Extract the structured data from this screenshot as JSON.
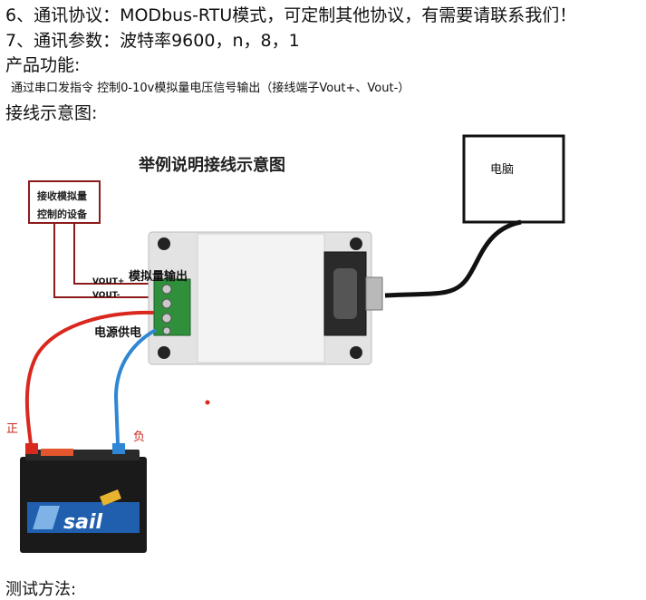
{
  "text": {
    "line1": "6、通讯协议：MODbus-RTU模式，可定制其他协议，有需要请联系我们！",
    "line2": "7、通讯参数：波特率9600，n，8，1",
    "line3": "产品功能:",
    "line4": "通过串口发指令 控制0-10v模拟量电压信号输出（接线端子Vout+、Vout-）",
    "line5": "接线示意图:",
    "cutoff": "测试方法:"
  },
  "diagram": {
    "title": "举例说明接线示意图",
    "pc_label": "电脑",
    "receiver_line1": "接收模拟量",
    "receiver_line2": "控制的设备",
    "analog_output": "模拟量输出",
    "vout_plus": "VOUT+",
    "vout_minus": "VOUT-",
    "power_supply": "电源供电",
    "positive": "正",
    "negative": "负",
    "battery_brand": "sail"
  },
  "colors": {
    "wire_red": "#d9281e",
    "wire_blue": "#2e86d4",
    "wire_dark_red": "#8c1a1a",
    "terminal_green": "#2f8f3a",
    "battery_body": "#1a1a1a",
    "battery_label": "#1f5fae"
  }
}
